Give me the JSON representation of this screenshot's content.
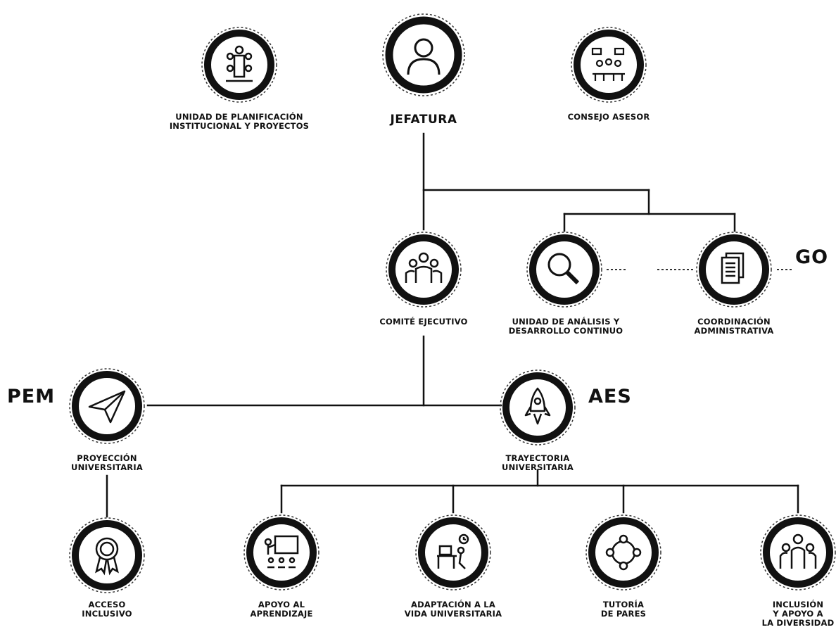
{
  "nodes": {
    "jefatura": {
      "label": "JEFATURA",
      "icon": "person-icon"
    },
    "planificacion": {
      "label": "UNIDAD DE PLANIFICACIÓN\nINSTITUCIONAL Y PROYECTOS",
      "icon": "meeting-table-icon"
    },
    "consejo": {
      "label": "CONSEJO ASESOR",
      "icon": "council-discussion-icon"
    },
    "comite": {
      "label": "COMITÉ EJECUTIVO",
      "icon": "team-group-icon"
    },
    "analisis": {
      "label": "UNIDAD DE ANÁLISIS Y\nDESARROLLO CONTINUO",
      "icon": "magnifier-icon"
    },
    "coordinacion": {
      "label": "COORDINACIÓN\nADMINISTRATIVA",
      "icon": "documents-icon"
    },
    "proyeccion": {
      "label": "PROYECCIÓN\nUNIVERSITARIA",
      "icon": "paper-plane-icon"
    },
    "trayectoria": {
      "label": "TRAYECTORIA\nUNIVERSITARIA",
      "icon": "rocket-icon"
    },
    "acceso": {
      "label": "ACCESO\nINCLUSIVO",
      "icon": "award-ribbon-icon"
    },
    "apoyo": {
      "label": "APOYO AL\nAPRENDIZAJE",
      "icon": "teacher-board-icon"
    },
    "adaptacion": {
      "label": "ADAPTACIÓN A LA\nVIDA UNIVERSITARIA",
      "icon": "desk-clock-icon"
    },
    "tutoria": {
      "label": "TUTORÍA\nDE PARES",
      "icon": "peer-circle-icon"
    },
    "inclusion": {
      "label": "INCLUSIÓN\nY APOYO A\nLA DIVERSIDAD",
      "icon": "people-group-icon"
    }
  },
  "tags": {
    "go": "GO",
    "pem": "PEM",
    "aes": "AES"
  },
  "colors": {
    "ring": "#111111",
    "line": "#111111",
    "text": "#111111",
    "background": "#ffffff"
  }
}
